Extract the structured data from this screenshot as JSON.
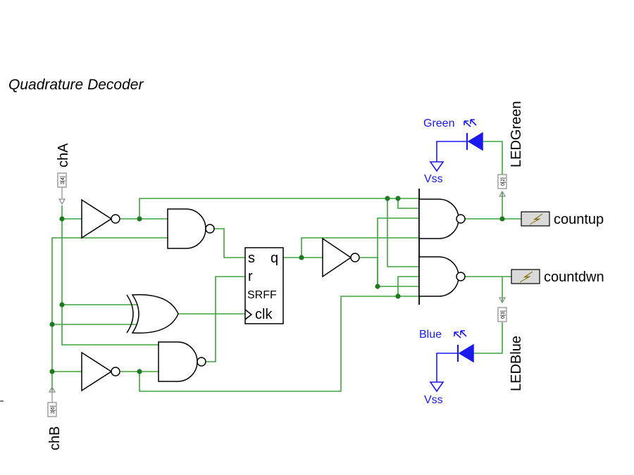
{
  "title": "Quadrature Decoder",
  "inputs": {
    "chA": {
      "label": "chA",
      "tag": "3[4]"
    },
    "chB": {
      "label": "chB",
      "tag": "3[6]"
    }
  },
  "flipflop": {
    "s": "s",
    "r": "r",
    "q": "q",
    "name": "SRFF",
    "clk": "clk"
  },
  "outputs": {
    "countup": {
      "label": "countup"
    },
    "countdwn": {
      "label": "countdwn"
    }
  },
  "leds": {
    "green": {
      "net": "LEDGreen",
      "color_label": "Green",
      "supply": "Vss",
      "tag": "0[2]",
      "color": "#1a1af0"
    },
    "blue": {
      "net": "LEDBlue",
      "color_label": "Blue",
      "supply": "Vss",
      "tag": "0[3]",
      "color": "#1a1af0"
    }
  },
  "colors": {
    "wire": "#3fa33f",
    "junction": "#1e7a1e",
    "led": "#1a1af0"
  },
  "icons": {
    "output_probe": "lightning-icon"
  }
}
